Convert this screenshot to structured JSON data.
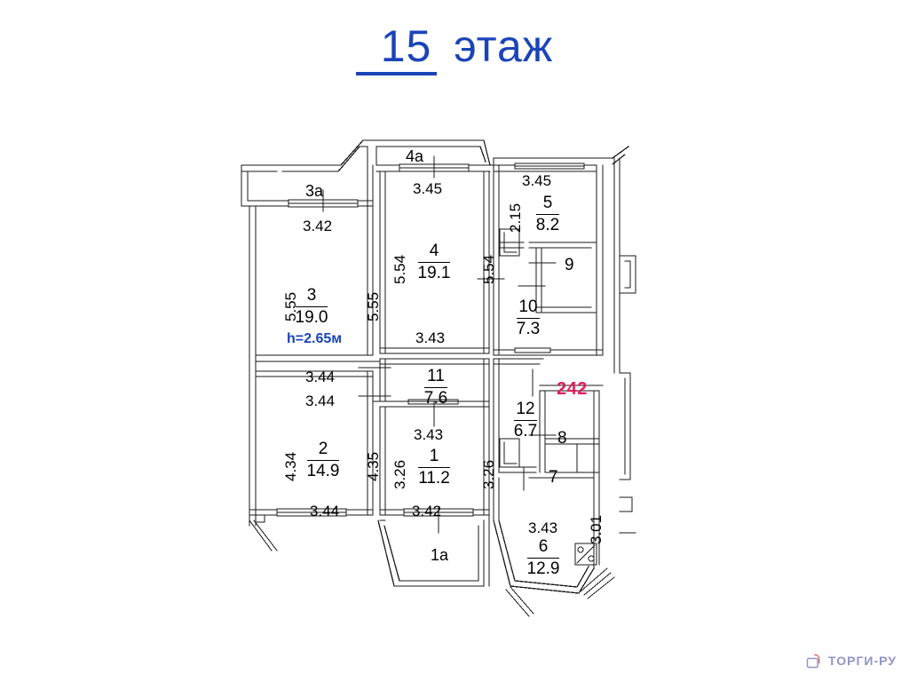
{
  "page": {
    "title_floor_number": "15",
    "title_suffix": " этаж",
    "apartment_number": "242",
    "ceiling_height_note": "h=2.65м",
    "accent_color": "#1B44B8",
    "apartment_number_color": "#E31B5B",
    "wall_color": "#1a1a1a",
    "background": "#ffffff"
  },
  "watermark": {
    "brand": "ТОРГИ-РУ",
    "icon": "house-logo-icon",
    "color": "#8C8FC4"
  },
  "rooms": [
    {
      "id": "room-1",
      "number": "1",
      "area": "11.2"
    },
    {
      "id": "room-2",
      "number": "2",
      "area": "14.9"
    },
    {
      "id": "room-3",
      "number": "3",
      "area": "19.0"
    },
    {
      "id": "room-4",
      "number": "4",
      "area": "19.1"
    },
    {
      "id": "room-5",
      "number": "5",
      "area": "8.2"
    },
    {
      "id": "room-6",
      "number": "6",
      "area": "12.9"
    },
    {
      "id": "room-10",
      "number": "10",
      "area": "7.3"
    },
    {
      "id": "room-11",
      "number": "11",
      "area": "7.6"
    },
    {
      "id": "room-12",
      "number": "12",
      "area": "6.7"
    }
  ],
  "unnumbered_rooms": [
    {
      "id": "room-7",
      "number": "7"
    },
    {
      "id": "room-8",
      "number": "8"
    },
    {
      "id": "room-9",
      "number": "9"
    }
  ],
  "balconies": [
    {
      "id": "balcony-1a",
      "label": "1a"
    },
    {
      "id": "balcony-3a",
      "label": "3a"
    },
    {
      "id": "balcony-4a",
      "label": "4a"
    }
  ],
  "dimensions": {
    "balcony_3a_width": "3.42",
    "balcony_4a_width": "3.45",
    "room5_top": "3.45",
    "room5_left": "2.15",
    "room3_left": "5.55",
    "room3_right": "5.55",
    "room3_bottom": "3.44",
    "room4_left": "5.54",
    "room4_right": "5.54",
    "room4_bottom": "3.43",
    "room2_top": "3.44",
    "room2_left": "4.34",
    "room2_right": "4.35",
    "room2_bottom": "3.44",
    "room11_bottom": "3.43",
    "room1_left": "3.26",
    "room1_right": "3.26",
    "room1_bottom": "3.42",
    "room6_top": "3.43",
    "room6_right": "3.01"
  }
}
